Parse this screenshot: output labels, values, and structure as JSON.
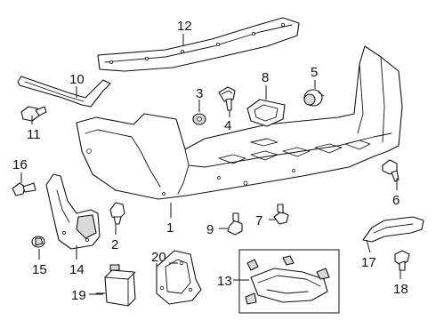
{
  "diagram": {
    "callouts": [
      {
        "id": "c1",
        "text": "1"
      },
      {
        "id": "c2",
        "text": "2"
      },
      {
        "id": "c3",
        "text": "3"
      },
      {
        "id": "c4",
        "text": "4"
      },
      {
        "id": "c5",
        "text": "5"
      },
      {
        "id": "c6",
        "text": "6"
      },
      {
        "id": "c7",
        "text": "7"
      },
      {
        "id": "c8",
        "text": "8"
      },
      {
        "id": "c9",
        "text": "9"
      },
      {
        "id": "c10",
        "text": "10"
      },
      {
        "id": "c11",
        "text": "11"
      },
      {
        "id": "c12",
        "text": "12"
      },
      {
        "id": "c13",
        "text": "13"
      },
      {
        "id": "c14",
        "text": "14"
      },
      {
        "id": "c15",
        "text": "15"
      },
      {
        "id": "c16",
        "text": "16"
      },
      {
        "id": "c17",
        "text": "17"
      },
      {
        "id": "c18",
        "text": "18"
      },
      {
        "id": "c19",
        "text": "19"
      },
      {
        "id": "c20",
        "text": "20"
      }
    ]
  }
}
